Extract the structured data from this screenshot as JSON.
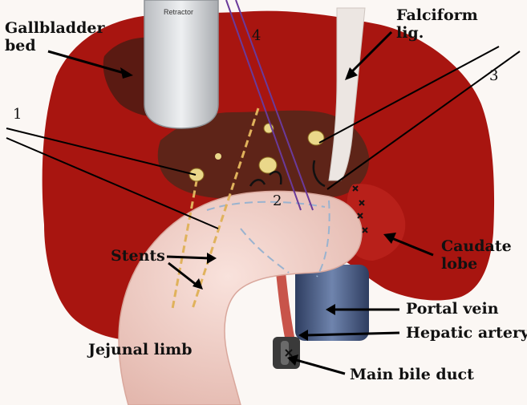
{
  "labels": {
    "gallbladder_bed": [
      "Gallbladder",
      "bed"
    ],
    "falciform": [
      "Falciform",
      "lig."
    ],
    "caudate": [
      "Caudate",
      "lobe"
    ],
    "portal_vein": "Portal vein",
    "hepatic_artery": "Hepatic artery",
    "main_bile_duct": "Main bile duct",
    "jejunal_limb": "Jejunal limb",
    "stents": "Stents",
    "retractor": "Retractor",
    "n1": "1",
    "n2": "2",
    "n3": "3",
    "n4": "4"
  },
  "colors": {
    "liver": "#a81510",
    "liver_dark": "#5a1a12",
    "bowel": "#f2d2cc",
    "portal_vein": "#3c4f7a",
    "artery": "#c8544a",
    "stent": "#e0b25c",
    "suture_purple": "#6a3a9a"
  }
}
